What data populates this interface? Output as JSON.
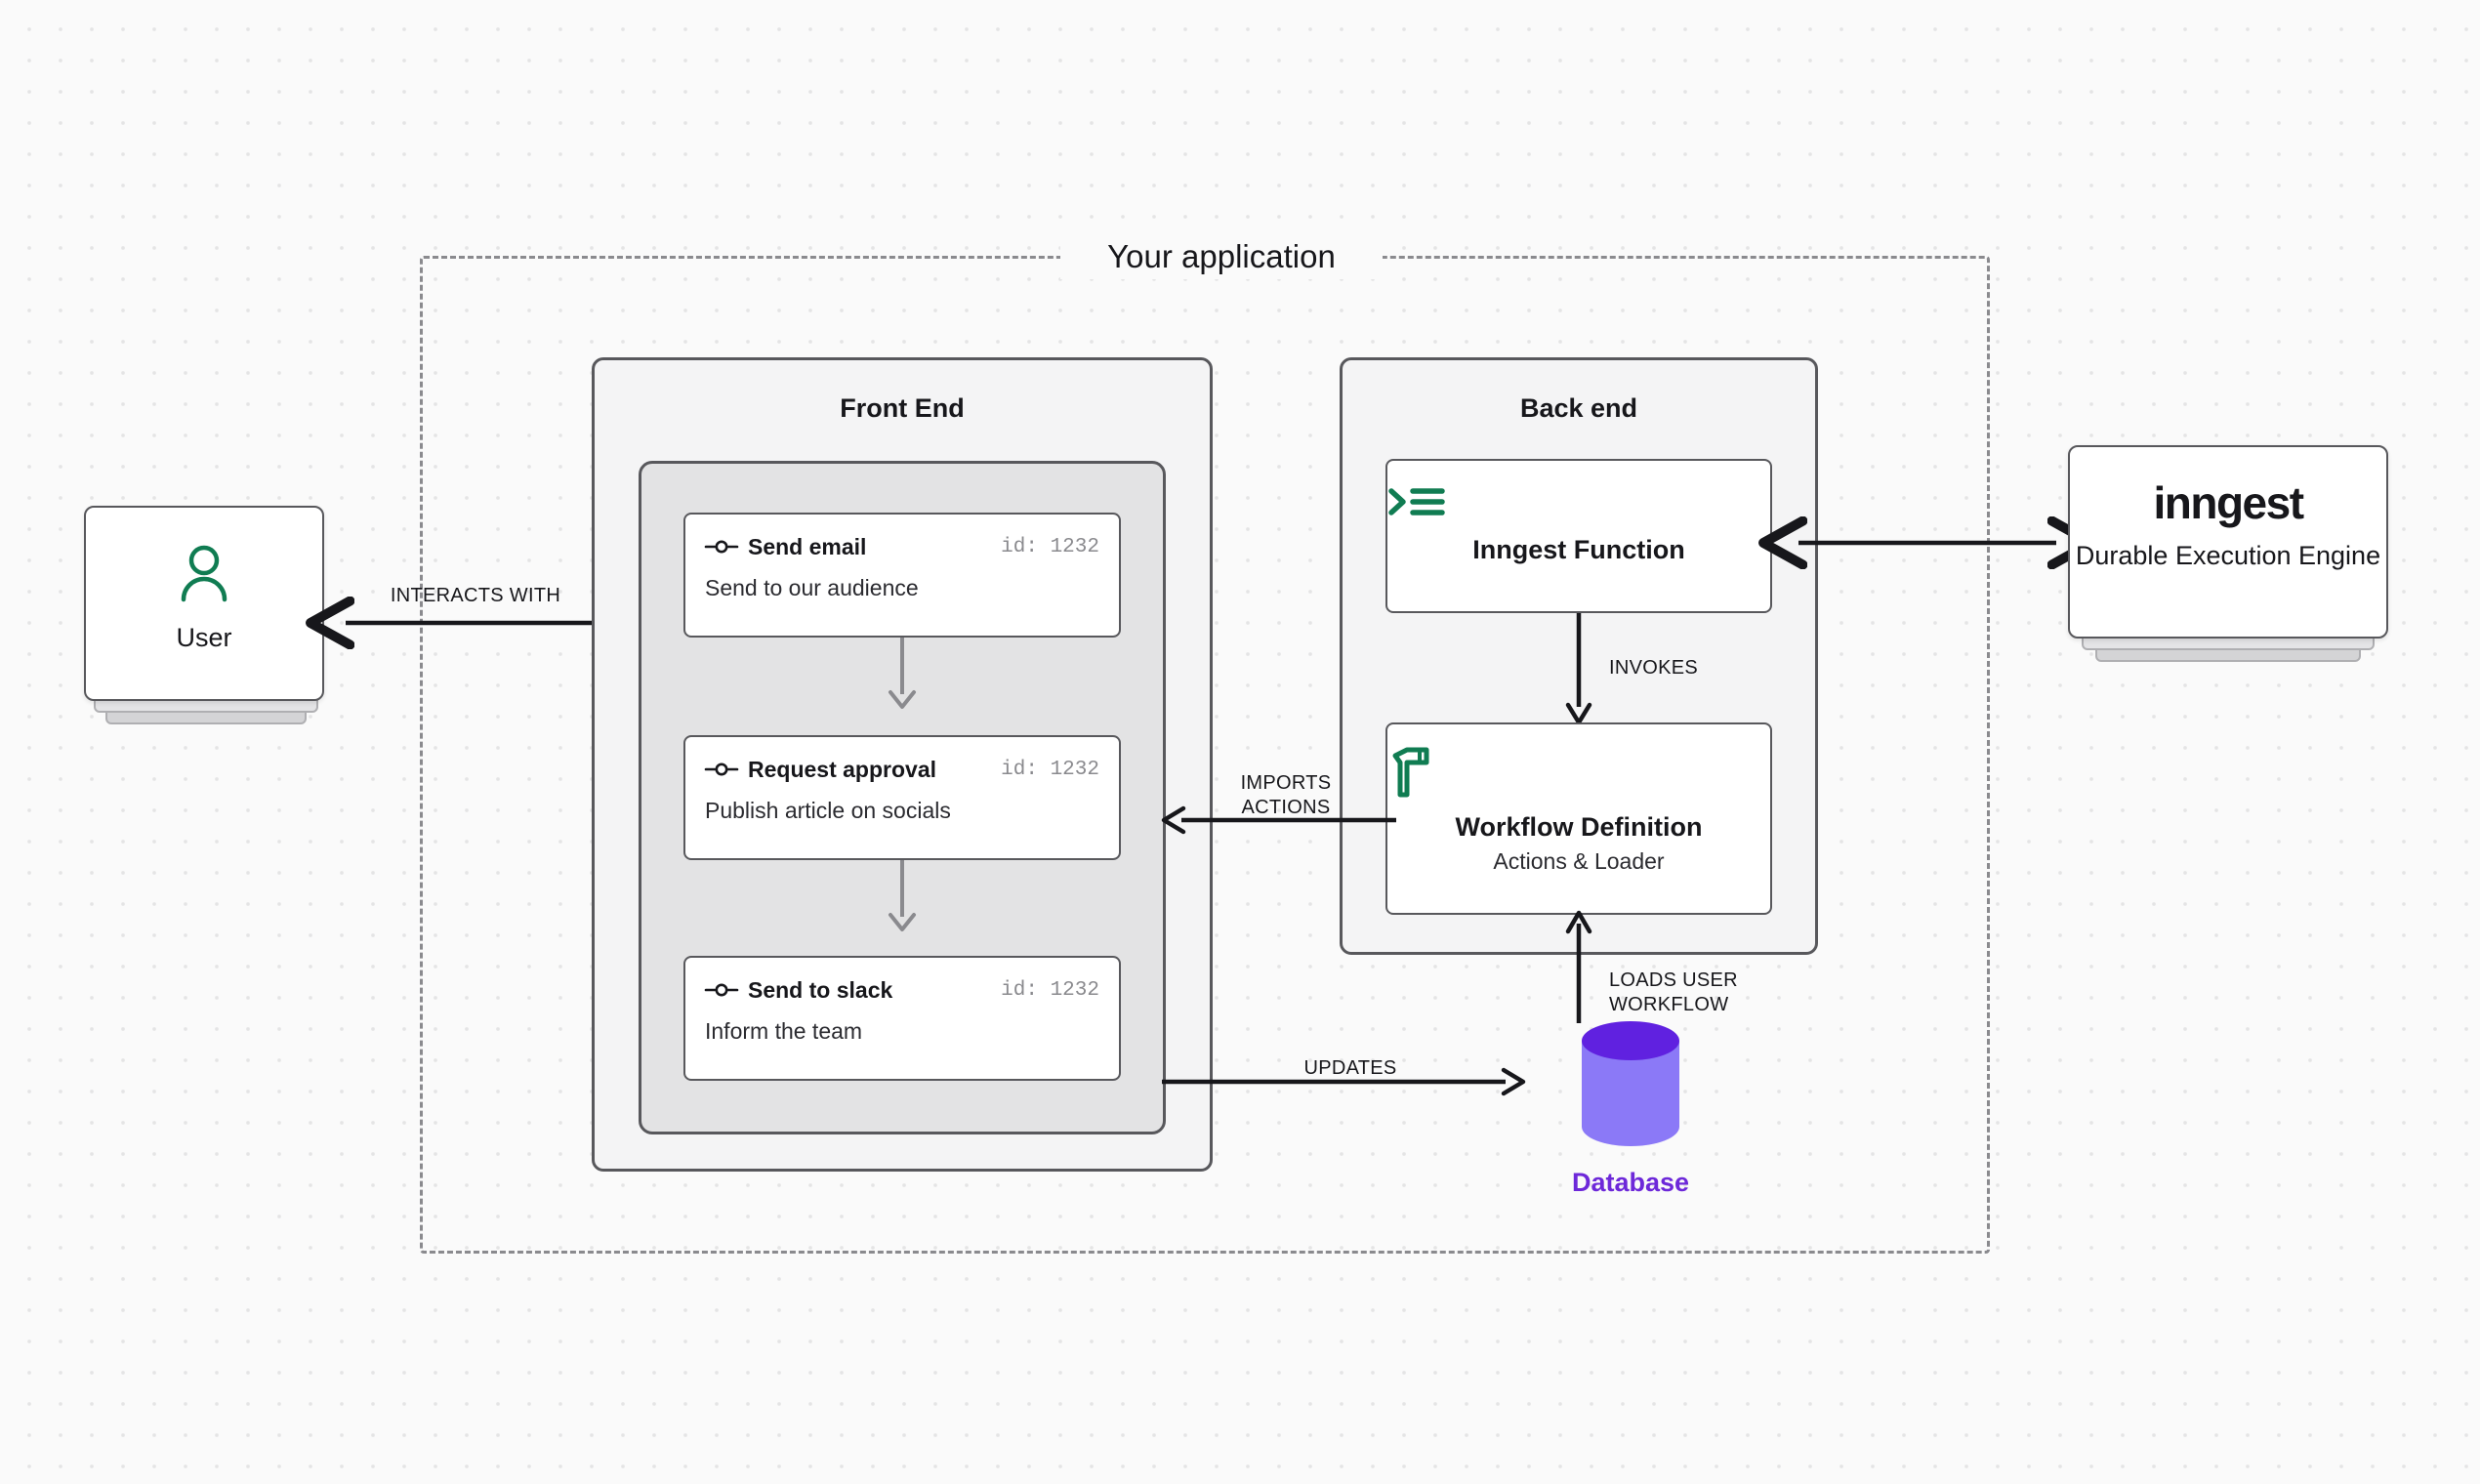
{
  "diagram": {
    "title": "Your application",
    "accent_green": "#107C52",
    "accent_purple": "#6D28D9",
    "db_body_purple": "#8B79F7",
    "line_color": "#17171B"
  },
  "user_node": {
    "label": "User",
    "icon": "user-icon"
  },
  "inngest_node": {
    "wordmark": "inngest",
    "subtitle": "Durable Execution\nEngine"
  },
  "front_end": {
    "title": "Front End",
    "steps": [
      {
        "icon": "workflow-node-icon",
        "title": "Send email",
        "id_label": "id: 1232",
        "description": "Send to our audience"
      },
      {
        "icon": "workflow-node-icon",
        "title": "Request approval",
        "id_label": "id: 1232",
        "description": "Publish article on socials"
      },
      {
        "icon": "workflow-node-icon",
        "title": "Send to slack",
        "id_label": "id: 1232",
        "description": "Inform the team"
      }
    ]
  },
  "back_end": {
    "title": "Back end",
    "cards": [
      {
        "icon": "terminal-list-icon",
        "title": "Inngest Function",
        "subtitle": ""
      },
      {
        "icon": "hammer-icon",
        "title": "Workflow Definition",
        "subtitle": "Actions & Loader"
      }
    ]
  },
  "database": {
    "label": "Database",
    "icon": "database-cylinder-icon"
  },
  "edges": [
    {
      "name": "user-to-frontend",
      "label": "INTERACTS WITH",
      "arrow": "bidirectional"
    },
    {
      "name": "workflowdef-to-frontend",
      "label": "IMPORTS\nACTIONS",
      "arrow": "left"
    },
    {
      "name": "function-to-workflowdef",
      "label": "INVOKES",
      "arrow": "down"
    },
    {
      "name": "frontend-to-database",
      "label": "UPDATES",
      "arrow": "right"
    },
    {
      "name": "database-to-workflowdef",
      "label": "LOADS USER\nWORKFLOW",
      "arrow": "up"
    },
    {
      "name": "backend-to-inngest",
      "label": "",
      "arrow": "bidirectional"
    }
  ]
}
